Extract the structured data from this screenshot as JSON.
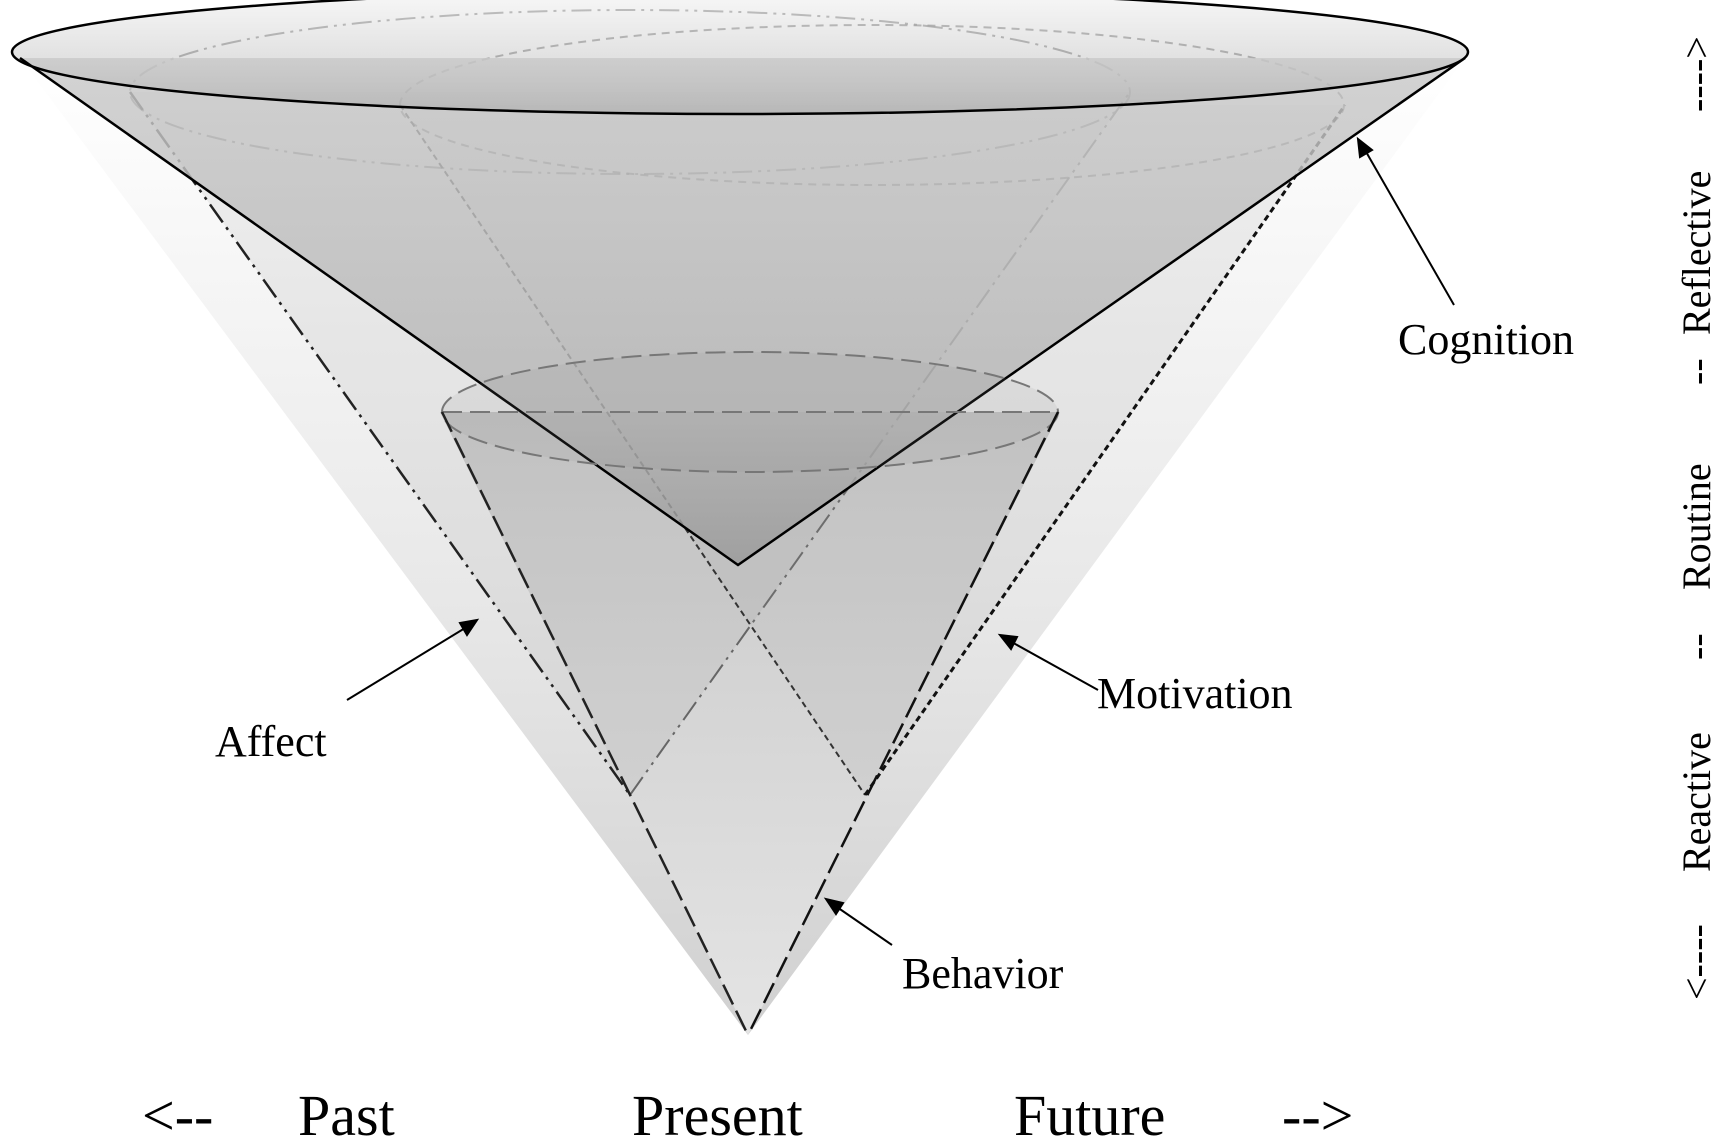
{
  "cones": {
    "cognition": "Cognition",
    "affect": "Affect",
    "motivation": "Motivation",
    "behavior": "Behavior"
  },
  "time_axis": {
    "left_arrow": "<--",
    "past": "Past",
    "present": "Present",
    "future": "Future",
    "right_arrow": "-->"
  },
  "mode_axis": {
    "start": "<----",
    "reactive": "Reactive",
    "sep1": "--",
    "routine": "Routine",
    "sep2": "--",
    "reflective": "Reflective",
    "end": "---->"
  }
}
